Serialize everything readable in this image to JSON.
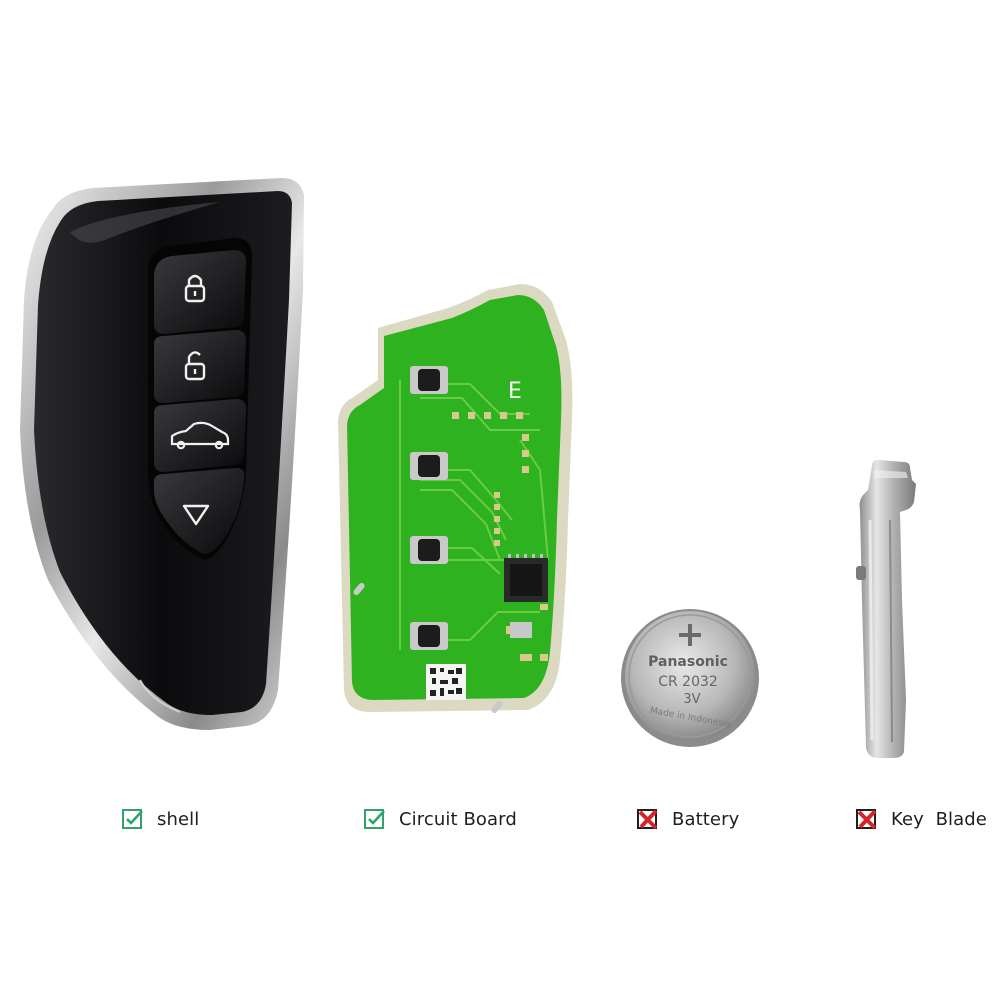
{
  "colors": {
    "included": "#2fa36b",
    "excluded": "#d6242a",
    "pcb_green": "#2fb21f",
    "shell_black": "#0d0d0f"
  },
  "battery": {
    "brand": "Panasonic",
    "model": "CR 2032",
    "voltage": "3V",
    "origin": "Made in Indonesia"
  },
  "pcb": {
    "marking": "E"
  },
  "legend": [
    {
      "label": "shell",
      "status": "included",
      "icon": "check-box-icon"
    },
    {
      "label": "Circuit Board",
      "status": "included",
      "icon": "check-box-icon"
    },
    {
      "label": "Battery",
      "status": "excluded",
      "icon": "cross-box-icon"
    },
    {
      "label": "Key  Blade",
      "status": "excluded",
      "icon": "cross-box-icon"
    }
  ]
}
